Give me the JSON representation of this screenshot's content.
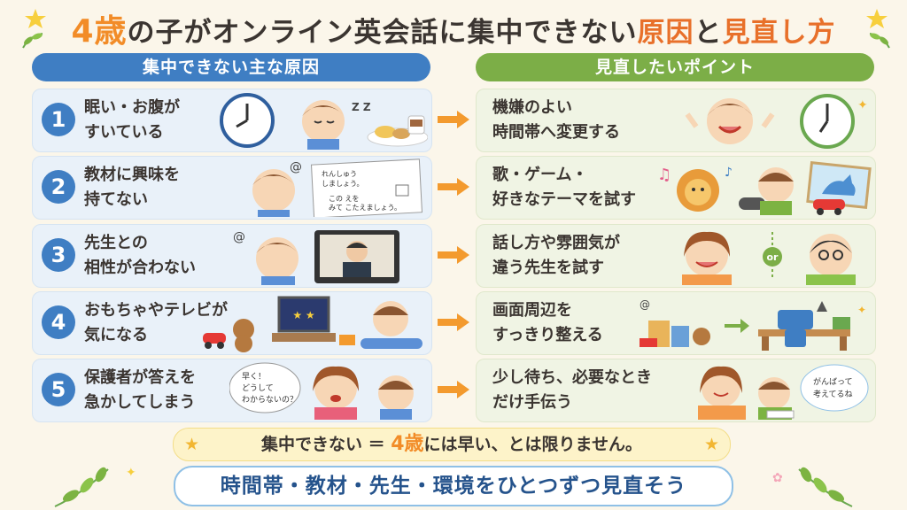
{
  "title": {
    "num": "4歳",
    "part1": "の子がオンライン英会話に集中できない",
    "accent1": "原因",
    "part2": "と",
    "accent2": "見直し方"
  },
  "left_header": "集中できない主な原因",
  "right_header": "見直したいポイント",
  "causes": [
    {
      "num": "1",
      "line1": "眠い・お腹が",
      "line2": "すいている"
    },
    {
      "num": "2",
      "line1": "教材に興味を",
      "line2": "持てない"
    },
    {
      "num": "3",
      "line1": "先生との",
      "line2": "相性が合わない"
    },
    {
      "num": "4",
      "line1": "おもちゃやテレビが",
      "line2": "気になる"
    },
    {
      "num": "5",
      "line1": "保護者が答えを",
      "line2": "急かしてしまう"
    }
  ],
  "fixes": [
    {
      "line1": "機嫌のよい",
      "line2": "時間帯へ変更する"
    },
    {
      "line1": "歌・ゲーム・",
      "line2": "好きなテーマを試す"
    },
    {
      "line1": "話し方や雰囲気が",
      "line2": "違う先生を試す"
    },
    {
      "line1": "画面周辺を",
      "line2": "すっきり整える"
    },
    {
      "line1": "少し待ち、必要なとき",
      "line2": "だけ手伝う"
    }
  ],
  "worksheet": {
    "line1": "れんしゅう",
    "line2": "しましょう。",
    "line3": "この えを",
    "line4": "みて こたえましょう。"
  },
  "bubble_rush": {
    "line1": "早く！",
    "line2": "どうして",
    "line3": "わからないの？"
  },
  "bubble_cheer": {
    "line1": "がんばって",
    "line2": "考えてるね"
  },
  "or_label": "or",
  "sleep_label": "Z Z",
  "banner1": {
    "part1": "集中できない ＝ ",
    "four": "4歳",
    "part2": "には早い、とは限りません。"
  },
  "banner2": "時間帯・教材・先生・環境をひとつずつ見直そう",
  "colors": {
    "blue": "#3f7ec3",
    "green": "#7cae47",
    "orange": "#f28c28",
    "bg": "#fbf6ea"
  }
}
